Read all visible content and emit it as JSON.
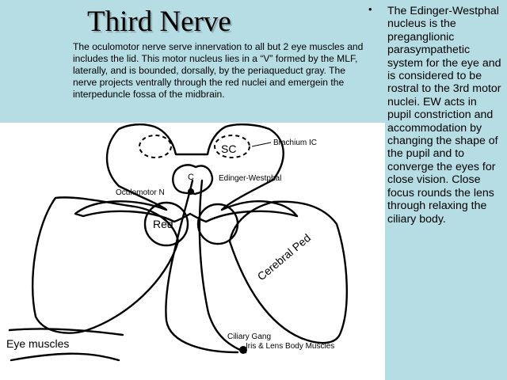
{
  "title": "Third Nerve",
  "intro": "The oculomotor nerve serve innervation to all but 2 eye muscles and includes the lid.  This motor nucleus lies in a “V” formed by the MLF, laterally, and is bounded, dorsally, by the periaqueduct gray.  The nerve projects ventrally through the red nuclei and emergein the interpeduncle fossa of the midbrain.",
  "bullet": "The Edinger-Westphal nucleus is the preganglionic parasympathetic system for the eye and is considered to be rostral to the 3rd motor nuclei.   EW acts in pupil constriction and accommodation by changing the shape of the pupil and to converge the eyes for close vision.  Close focus rounds the lens through relaxing the ciliary body.",
  "diagram": {
    "sc": "SC",
    "brachium": "Brachium IC",
    "ew": "Edinger-Westphal",
    "oculomotor": "Oculomotor N",
    "nucleus": "C",
    "red": "Red",
    "ped": "Cerebral Ped",
    "ciliary": "Ciliary Gang",
    "iris": "Iris & Lens Body Muscles",
    "eye": "Eye muscles"
  }
}
